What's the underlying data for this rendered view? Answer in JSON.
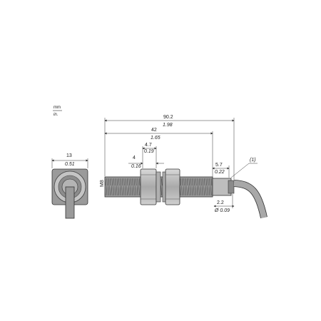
{
  "units": {
    "primary": "mm",
    "secondary": "in."
  },
  "dimensions": {
    "overall": {
      "mm": "90.2",
      "in": "1.98"
    },
    "body_length": {
      "mm": "42",
      "in": "1.65"
    },
    "nut_width": {
      "mm": "4.7",
      "in": "0.19"
    },
    "nut_thickness": {
      "mm": "4",
      "in": "0.16"
    },
    "end_cap": {
      "mm": "5.7",
      "in": "0.22"
    },
    "cable_dia": {
      "mm": "2.2",
      "in": "Ø 0.09"
    },
    "across_flats": {
      "mm": "13",
      "in": "0.51"
    },
    "thread": "M8"
  },
  "callout": "(1)"
}
